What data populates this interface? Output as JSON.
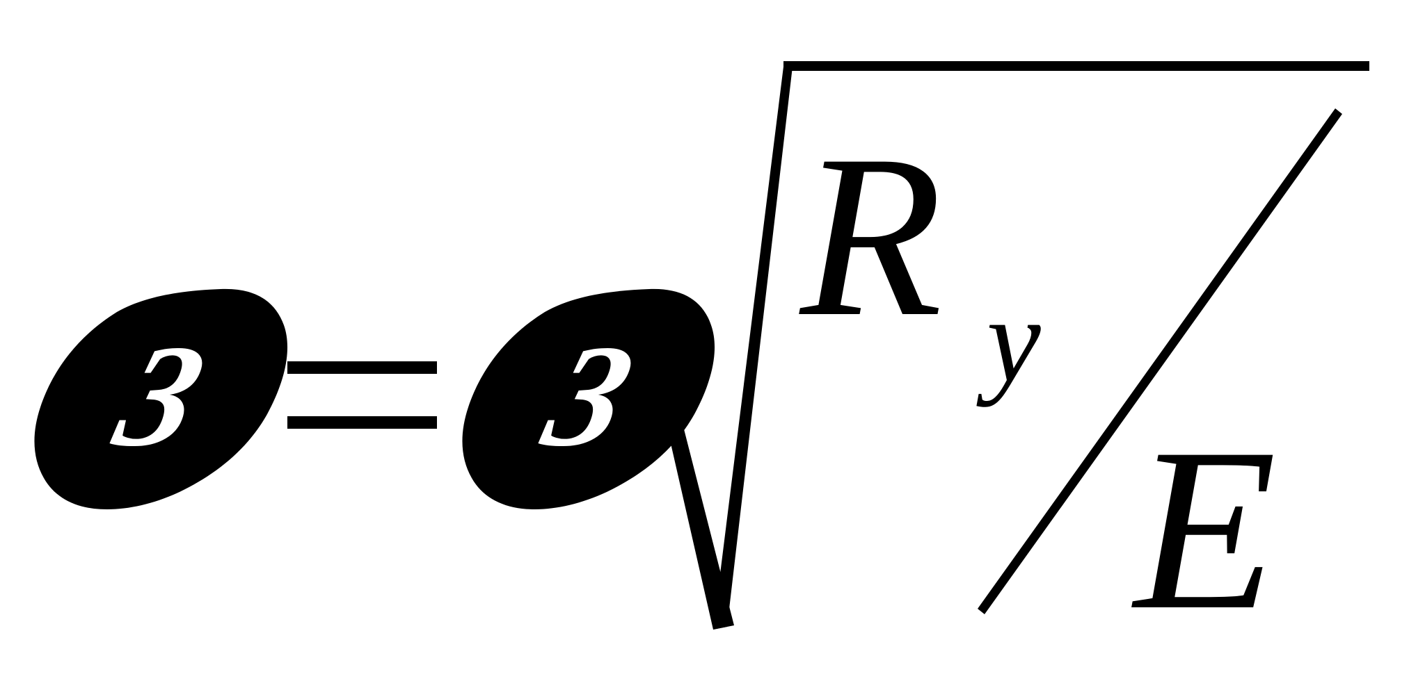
{
  "formula": {
    "lhs_symbol": "3",
    "rhs_coefficient_symbol": "3",
    "numerator_base": "R",
    "numerator_subscript": "y",
    "denominator": "E"
  },
  "colors": {
    "ink": "#000000",
    "background": "#ffffff",
    "symbol_text": "#ffffff"
  }
}
